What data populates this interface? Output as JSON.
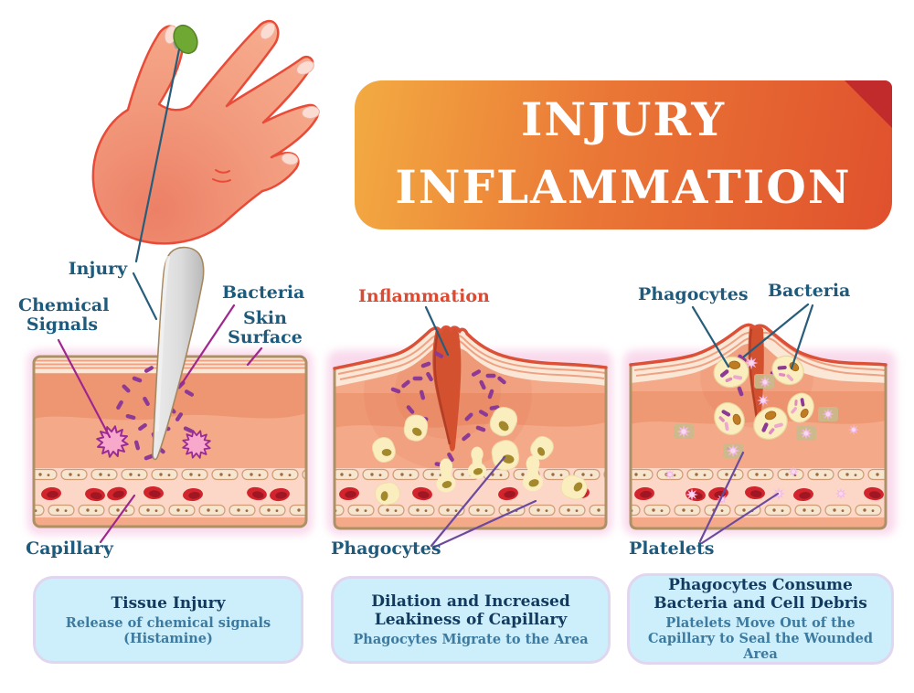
{
  "banner": {
    "line1": "INJURY",
    "line2": "INFLAMMATION",
    "gradient_left": "#f3ab42",
    "gradient_right": "#e0512d",
    "fold_color": "#c22b2b",
    "text_color": "#ffffff"
  },
  "labels": {
    "injury": "Injury",
    "chemical_signals": "Chemical Signals",
    "bacteria_panel1": "Bacteria",
    "skin_surface": "Skin Surface",
    "capillary": "Capillary",
    "inflammation": "Inflammation",
    "phagocytes_panel2": "Phagocytes",
    "phagocytes_panel3": "Phagocytes",
    "bacteria_panel3": "Bacteria",
    "platelets": "Platelets"
  },
  "captions": [
    {
      "title": "Tissue Injury",
      "subtitle": "Release of chemical signals (Histamine)"
    },
    {
      "title": "Dilation and Increased Leakiness of Capillary",
      "subtitle": "Phagocytes Migrate to the Area"
    },
    {
      "title": "Phagocytes Consume Bacteria and Cell Debris",
      "subtitle": "Platelets Move Out of the Capillary to Seal the Wounded Area"
    }
  ],
  "colors": {
    "label_text": "#1e5a7c",
    "inflammation_label": "#dd4931",
    "caption_box_fill": "#cdeefb",
    "caption_title": "#123a5e",
    "caption_subtitle": "#3d7aa0",
    "skin_dermis": "#f4aa89",
    "skin_epidermis": "#fbe7d6",
    "panel_border": "#ad9164",
    "capillary_lumen": "#fcd7c8",
    "red_blood_cell": "#d2242d",
    "bacteria": "#8d3a96",
    "chemical_signal_burst": "#f8a8ca",
    "phagocyte": "#fbeebe",
    "phagocyte_nucleus": "#a3892b",
    "platelet": "#f2b9e5",
    "wound": "#d4512f",
    "hand_skin": "#f39c7f",
    "pin_head": "#6fa832"
  }
}
